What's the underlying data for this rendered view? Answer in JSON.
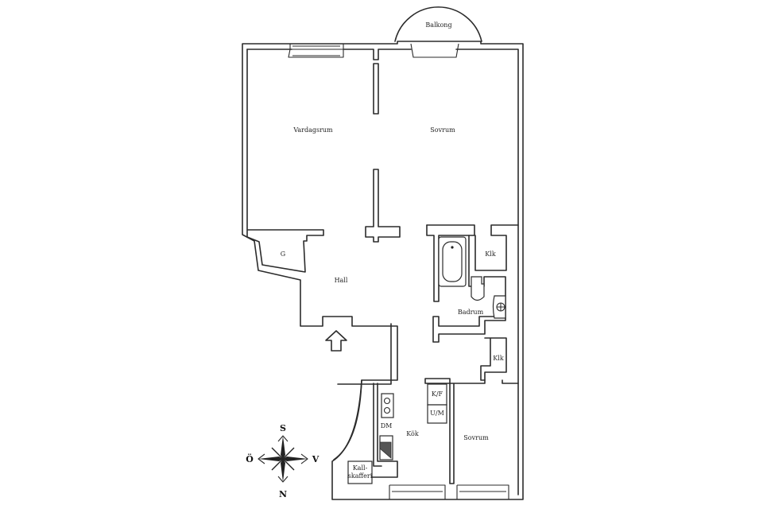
{
  "rooms": {
    "balkong": "Balkong",
    "vardagsrum": "Vardagsrum",
    "sovrum_1": "Sovrum",
    "g": "G",
    "hall": "Hall",
    "klk_1": "Klk",
    "badrum": "Badrum",
    "klk_2": "Klk",
    "kf": "K/F",
    "um": "U/M",
    "dm": "DM",
    "kok": "Kök",
    "sovrum_2": "Sovrum",
    "kallskafferi_1": "Kall-",
    "kallskafferi_2": "skafferi"
  },
  "compass": {
    "north": "N",
    "south": "S",
    "east": "Ö",
    "west": "V"
  },
  "colors": {
    "line": "#2b2b2b",
    "background": "#ffffff"
  }
}
